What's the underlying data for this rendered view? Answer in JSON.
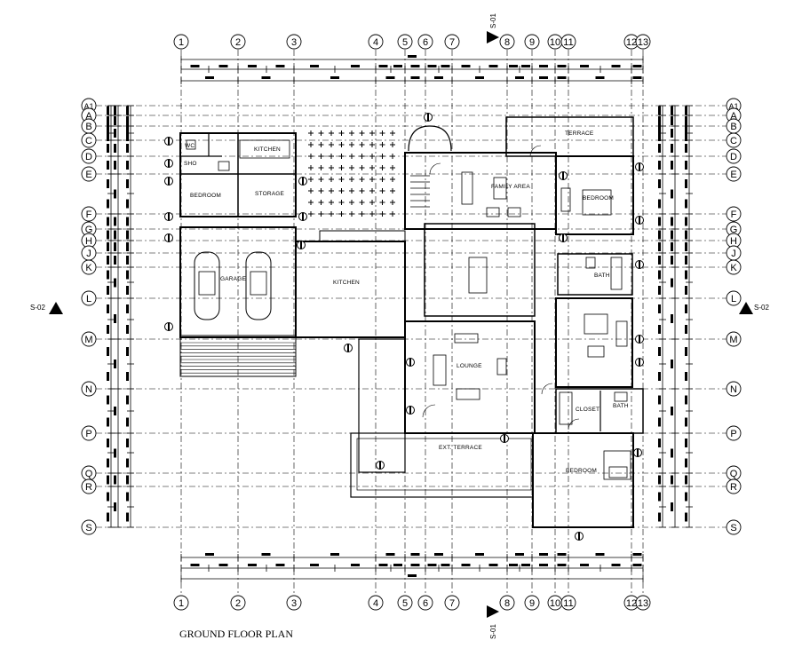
{
  "title": "GROUND FLOOR PLAN",
  "column_grid": [
    "1",
    "2",
    "3",
    "4",
    "5",
    "6",
    "7",
    "8",
    "9",
    "10",
    "11",
    "12",
    "13"
  ],
  "row_grid": [
    "A1",
    "A",
    "B",
    "C",
    "D",
    "E",
    "F",
    "G",
    "H",
    "J",
    "K",
    "L",
    "M",
    "N",
    "P",
    "Q",
    "R",
    "S"
  ],
  "section_markers": {
    "top": "S-01",
    "bottom": "S-01",
    "left": "S-02",
    "right": "S-02"
  },
  "rooms": {
    "wc": "WC",
    "shower": "SHO",
    "kitchen_small": "KITCHEN",
    "bedroom_left": "BEDROOM",
    "storage": "STORAGE",
    "garage": "GARAGE",
    "kitchen_main": "KITCHEN",
    "family_area": "FAMILY AREA",
    "terrace_top": "TERRACE",
    "bedroom_right_top": "BEDROOM",
    "bath_right": "BATH",
    "lounge": "LOUNGE",
    "closet": "CLOSET",
    "bath_small": "BATH",
    "ext_terrace": "EXT. TERRACE",
    "bedroom_right_bottom": "BEDROOM"
  }
}
